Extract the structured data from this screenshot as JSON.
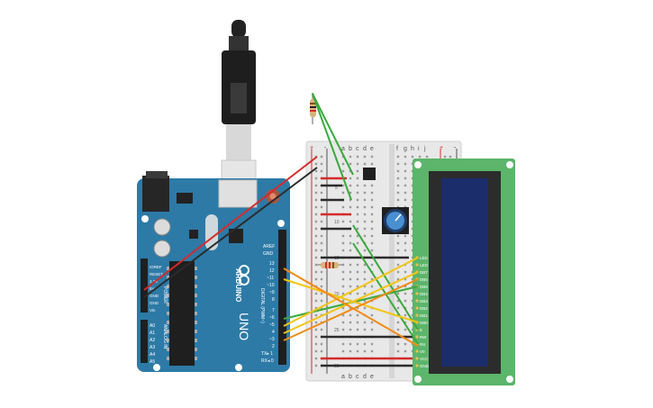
{
  "arduino": {
    "brand": "ARDUINO",
    "model": "UNO",
    "digital_label": "DIGITAL (PWM~)",
    "power_label": "POWER",
    "analog_label": "ANALOG IN",
    "aref": "AREF",
    "gnd": "GND",
    "tx": "TX▸ 1",
    "rx": "RX◂ 0",
    "digital_pins": [
      "13",
      "12",
      "~11",
      "~10",
      "~9",
      "8",
      "7",
      "~6",
      "~5",
      "4",
      "~3",
      "2"
    ],
    "power_pins": [
      "IOREF",
      "RESET",
      "3.3V",
      "5V",
      "GND",
      "GND",
      "Vin"
    ],
    "analog_pins": [
      "A0",
      "A1",
      "A2",
      "A3",
      "A4",
      "A5"
    ]
  },
  "breadboard": {
    "top_columns": [
      "a",
      "b",
      "c",
      "d",
      "e",
      "f",
      "g",
      "h",
      "i",
      "j"
    ],
    "bottom_columns": [
      "a",
      "b",
      "c",
      "d",
      "e"
    ],
    "row_numbers": [
      "1",
      "5",
      "10",
      "15",
      "20",
      "25",
      "30"
    ],
    "rail_plus": "+",
    "rail_minus": "-"
  },
  "lcd": {
    "pin_labels": [
      "LED",
      "LED",
      "DB7",
      "DB6",
      "DB5",
      "DB4",
      "DB3",
      "DB2",
      "DB1",
      "DB0",
      "E",
      "RW",
      "RS",
      "V0",
      "VCC",
      "GND"
    ]
  },
  "colors": {
    "arduino": "#2d7aa7",
    "lcd_board": "#5bb56a",
    "lcd_screen": "#1b2d6b",
    "wire_red": "#d62b2b",
    "wire_black": "#2b2b2b",
    "wire_green": "#3aa93d",
    "wire_yellow": "#f2c40f",
    "wire_orange": "#f28a13"
  }
}
